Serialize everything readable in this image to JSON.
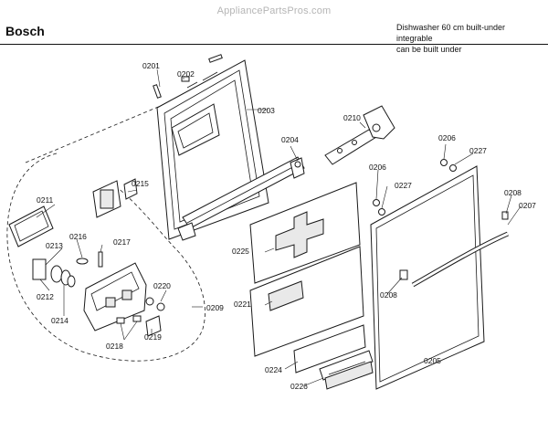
{
  "watermark": "AppliancePartsPros.com",
  "brand": "Bosch",
  "description_line1": "Dishwasher 60 cm built-under integrable",
  "description_line2": "can be built under",
  "parts": {
    "p0201": "0201",
    "p0202": "0202",
    "p0203": "0203",
    "p0204": "0204",
    "p0205": "0205",
    "p0206a": "0206",
    "p0206b": "0206",
    "p0207": "0207",
    "p0208a": "0208",
    "p0208b": "0208",
    "p0209": "0209",
    "p0210": "0210",
    "p0211": "0211",
    "p0212": "0212",
    "p0213": "0213",
    "p0214": "0214",
    "p0215": "0215",
    "p0216": "0216",
    "p0217": "0217",
    "p0218": "0218",
    "p0219": "0219",
    "p0220": "0220",
    "p0221": "0221",
    "p0224": "0224",
    "p0225": "0225",
    "p0226": "0226",
    "p0227a": "0227",
    "p0227b": "0227"
  }
}
